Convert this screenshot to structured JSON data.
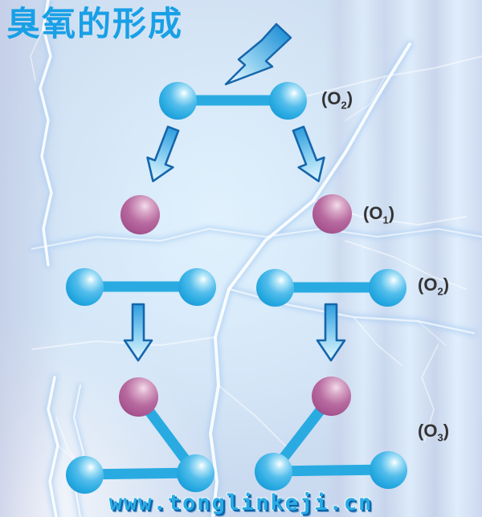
{
  "title": "臭氧的形成",
  "watermark": "www.tonglinkeji.cn",
  "colors": {
    "title_blue": "#18a0e6",
    "oxygen_atom_blue": "#29abe2",
    "free_oxygen_purple": "#b05a92",
    "label_text": "#333333",
    "arrow_outline": "#1566ac",
    "watermark_blue": "#2aabe4"
  },
  "stages": [
    {
      "id": "oxygen-molecule-struck-by-lightning",
      "molecule": "O2",
      "label": {
        "open": "(O",
        "sub": "2",
        "close": ")"
      }
    },
    {
      "id": "free-oxygen-atoms",
      "molecule": "O1",
      "label": {
        "open": "(O",
        "sub": "1",
        "close": ")"
      }
    },
    {
      "id": "oxygen-molecules",
      "molecule": "O2",
      "label": {
        "open": "(O",
        "sub": "2",
        "close": ")"
      }
    },
    {
      "id": "ozone-molecules",
      "molecule": "O3",
      "label": {
        "open": "(O",
        "sub": "3",
        "close": ")"
      }
    }
  ],
  "icons": {
    "lightning_bolt": "lightning-bolt",
    "arrow_down_left": "arrow-down-left",
    "arrow_down_right": "arrow-down-right",
    "arrow_down": "arrow-down"
  }
}
